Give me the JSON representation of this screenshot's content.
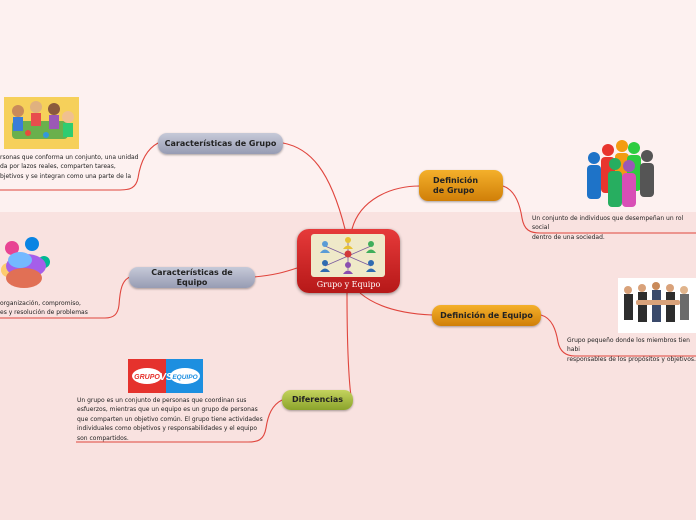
{
  "central": {
    "label": "Grupo y Equipo"
  },
  "topics": {
    "caracteristicas_grupo": "Características de Grupo",
    "caracteristicas_equipo": "Características de Equipo",
    "diferencias": "Diferencias",
    "definicion_grupo_line1": "Definición",
    "definicion_grupo_line2": "de Grupo",
    "definicion_equipo": "Definición de Equipo"
  },
  "notes": {
    "grupo_caracteristicas": [
      "rsonas que conforma un conjunto, una unidad",
      "da por lazos reales, comparten tareas,",
      "bjetivos y se integran como una parte de la"
    ],
    "equipo_caracteristicas": [
      "organización, compromiso,",
      "es y resolución de problemas"
    ],
    "diferencias": [
      "Un grupo es un conjunto de personas que coordinan sus",
      "esfuerzos, mientras que un equipo es un grupo de personas",
      "que comparten un objetivo común. El grupo tiene actividades",
      "individuales como objetivos y responsabilidades y el equipo",
      "son compartidos."
    ],
    "definicion_grupo": [
      "Un conjunto de individuos que desempeñan un rol social",
      "dentro de una sociedad."
    ],
    "definicion_equipo": [
      "Grupo pequeño donde los miembros tien habi",
      "responsables de los propósitos y objetivos."
    ]
  },
  "images": {
    "grupo_vs_equipo": {
      "left_word": "GRUPO",
      "vs": "VS",
      "right_word": "EQUIPO"
    }
  },
  "colors": {
    "connector": "#e0453d",
    "central": "#c82121",
    "grey_topic": "#aeb2c6",
    "orange_topic": "#e8980f",
    "green_topic": "#a7bb3f"
  }
}
